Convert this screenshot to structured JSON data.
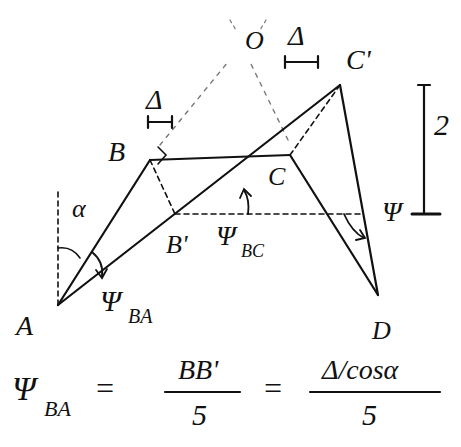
{
  "diagram": {
    "labels": [
      "O",
      "Δ",
      "Δ",
      "B",
      "C",
      "C'",
      "2",
      "α",
      "B'",
      "Ψ",
      "BC",
      "Ψ",
      "A",
      "Ψ",
      "BA",
      "D",
      "Ψ",
      "BA",
      "=",
      "BB'",
      "5",
      "=",
      "Δ/cosα",
      "5"
    ]
  }
}
